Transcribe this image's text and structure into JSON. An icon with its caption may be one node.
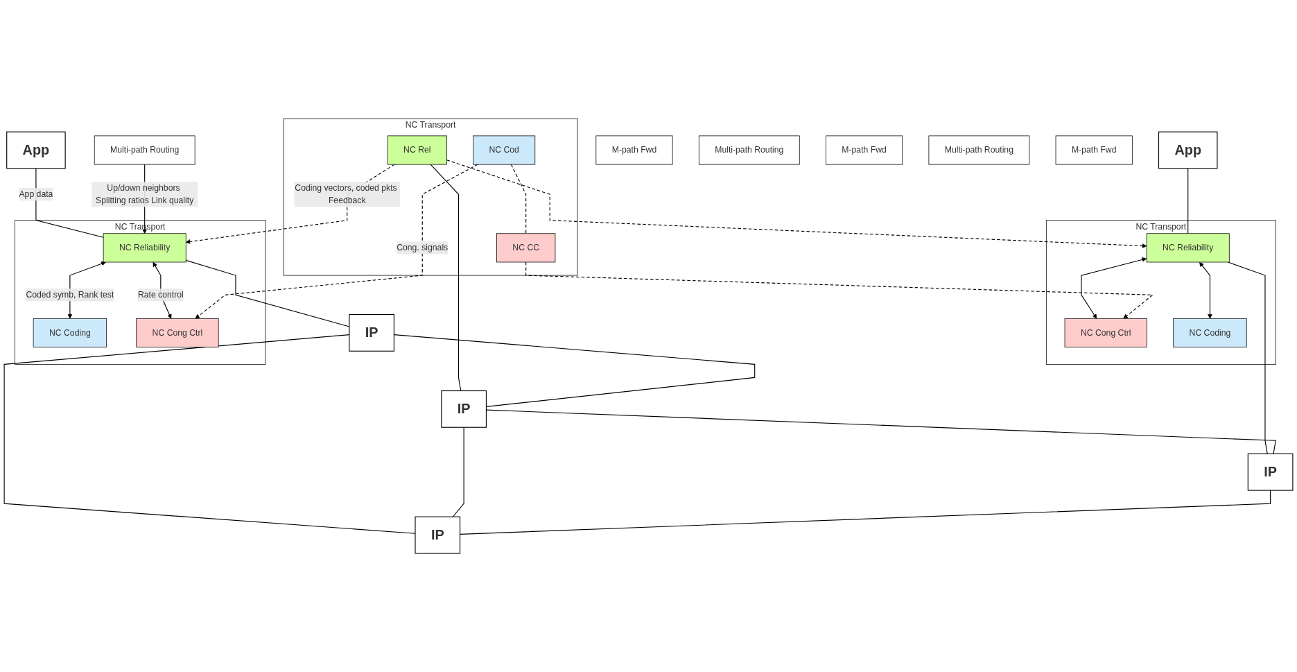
{
  "diagram": {
    "nodes": [
      {
        "text": [
          "App"
        ]
      },
      {
        "text": [
          "App"
        ]
      },
      {
        "text": [
          "NC Transport"
        ]
      },
      {
        "text": [
          "NC Reliability"
        ],
        "in": 2
      },
      {
        "text": [
          "NC Coding"
        ],
        "in": 2
      },
      {
        "text": [
          "NC Cong Ctrl"
        ],
        "in": 2
      },
      {
        "text": [
          "NC Transport"
        ]
      },
      {
        "text": [
          "NC Rel"
        ],
        "in": 6
      },
      {
        "text": [
          "NC Cod"
        ],
        "in": 6
      },
      {
        "text": [
          "NC CC"
        ],
        "in": 6
      },
      {
        "text": [
          "NC Transport"
        ]
      },
      {
        "text": [
          "NC Reliability"
        ],
        "in": 10
      },
      {
        "text": [
          "NC Cong Ctrl"
        ],
        "in": 10
      },
      {
        "text": [
          "NC Coding"
        ],
        "in": 10
      },
      {
        "text": [
          "Multi-path Routing"
        ]
      },
      {
        "text": [
          "M-path Fwd"
        ]
      },
      {
        "text": [
          "Multi-path Routing"
        ]
      },
      {
        "text": [
          "M-path Fwd"
        ]
      },
      {
        "text": [
          "Multi-path Routing"
        ]
      },
      {
        "text": [
          "M-path Fwd"
        ]
      },
      {
        "text": [
          "IP"
        ]
      },
      {
        "text": [
          "IP"
        ]
      },
      {
        "text": [
          "IP"
        ]
      },
      {
        "text": [
          "IP"
        ]
      }
    ],
    "edges": [
      {
        "from": 0,
        "to": 3,
        "arrow": "none",
        "label": "App data"
      },
      {
        "from": 1,
        "to": 11,
        "arrow": "none"
      },
      {
        "from": 3,
        "to": 4,
        "arrow": "both",
        "label": "Coded symb, Rank test"
      },
      {
        "from": 3,
        "to": 5,
        "arrow": "both",
        "label": "Rate control"
      },
      {
        "from": 7,
        "to": 3,
        "arrow": "to",
        "style": "dashed",
        "label": "Coding vectors, coded pkts Feedback"
      },
      {
        "from": 7,
        "to": 11,
        "arrow": "to",
        "style": "dashed"
      },
      {
        "from": 11,
        "to": 12,
        "arrow": "both"
      },
      {
        "from": 11,
        "to": 13,
        "arrow": "both"
      },
      {
        "from": 8,
        "to": 9,
        "arrow": "none",
        "style": "dashed"
      },
      {
        "from": 8,
        "to": 5,
        "arrow": "to",
        "style": "dashed",
        "label": "Cong. signals"
      },
      {
        "from": 9,
        "to": 12,
        "arrow": "to",
        "style": "dashed"
      },
      {
        "from": 14,
        "to": 3,
        "arrow": "to",
        "label": "Up/down neighbors Splitting ratios Link quality"
      },
      {
        "from": 3,
        "to": 20,
        "arrow": "none"
      },
      {
        "from": 7,
        "to": 21,
        "arrow": "none"
      },
      {
        "from": 11,
        "to": 22,
        "arrow": "none"
      },
      {
        "from": 20,
        "to": 21,
        "arrow": "none"
      },
      {
        "from": 21,
        "to": 22,
        "arrow": "none"
      },
      {
        "from": 20,
        "to": 23,
        "arrow": "none"
      },
      {
        "from": 21,
        "to": 23,
        "arrow": "none"
      },
      {
        "from": 22,
        "to": 23,
        "arrow": "none"
      }
    ]
  }
}
